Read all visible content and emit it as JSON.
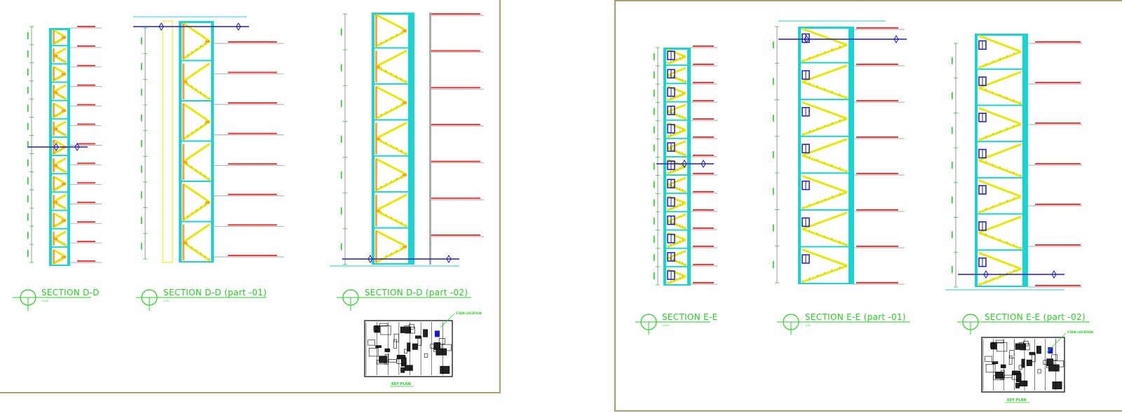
{
  "colors": {
    "sheet_border": "#a99b6a",
    "wall": "#1ad4d4",
    "stair": "#e8e800",
    "landing": "#ff9a1a",
    "level_line": "#8a8a8a",
    "level_text": "#ff2020",
    "section_cut": "#1a1ad0",
    "title": "#22d322",
    "window": "#1a1ad0"
  },
  "sheets": [
    {
      "id": "left",
      "drawings": [
        {
          "id": "d-d",
          "title": "SECTION D-D",
          "scale": "1:100"
        },
        {
          "id": "d-d-01",
          "title": "SECTION D-D (part -01)",
          "scale": "1:50"
        },
        {
          "id": "d-d-02",
          "title": "SECTION D-D (part -02)",
          "scale": ""
        }
      ],
      "key_plan": {
        "title": "KEY PLAN",
        "callout": "STAIR LOCATION"
      }
    },
    {
      "id": "right",
      "drawings": [
        {
          "id": "e-e",
          "title": "SECTION E-E",
          "scale": "1:100"
        },
        {
          "id": "e-e-01",
          "title": "SECTION E-E (part -01)",
          "scale": "1:50"
        },
        {
          "id": "e-e-02",
          "title": "SECTION E-E (part -02)",
          "scale": ""
        }
      ],
      "key_plan": {
        "title": "KEY PLAN",
        "callout": "STAIR LOCATION"
      }
    }
  ]
}
